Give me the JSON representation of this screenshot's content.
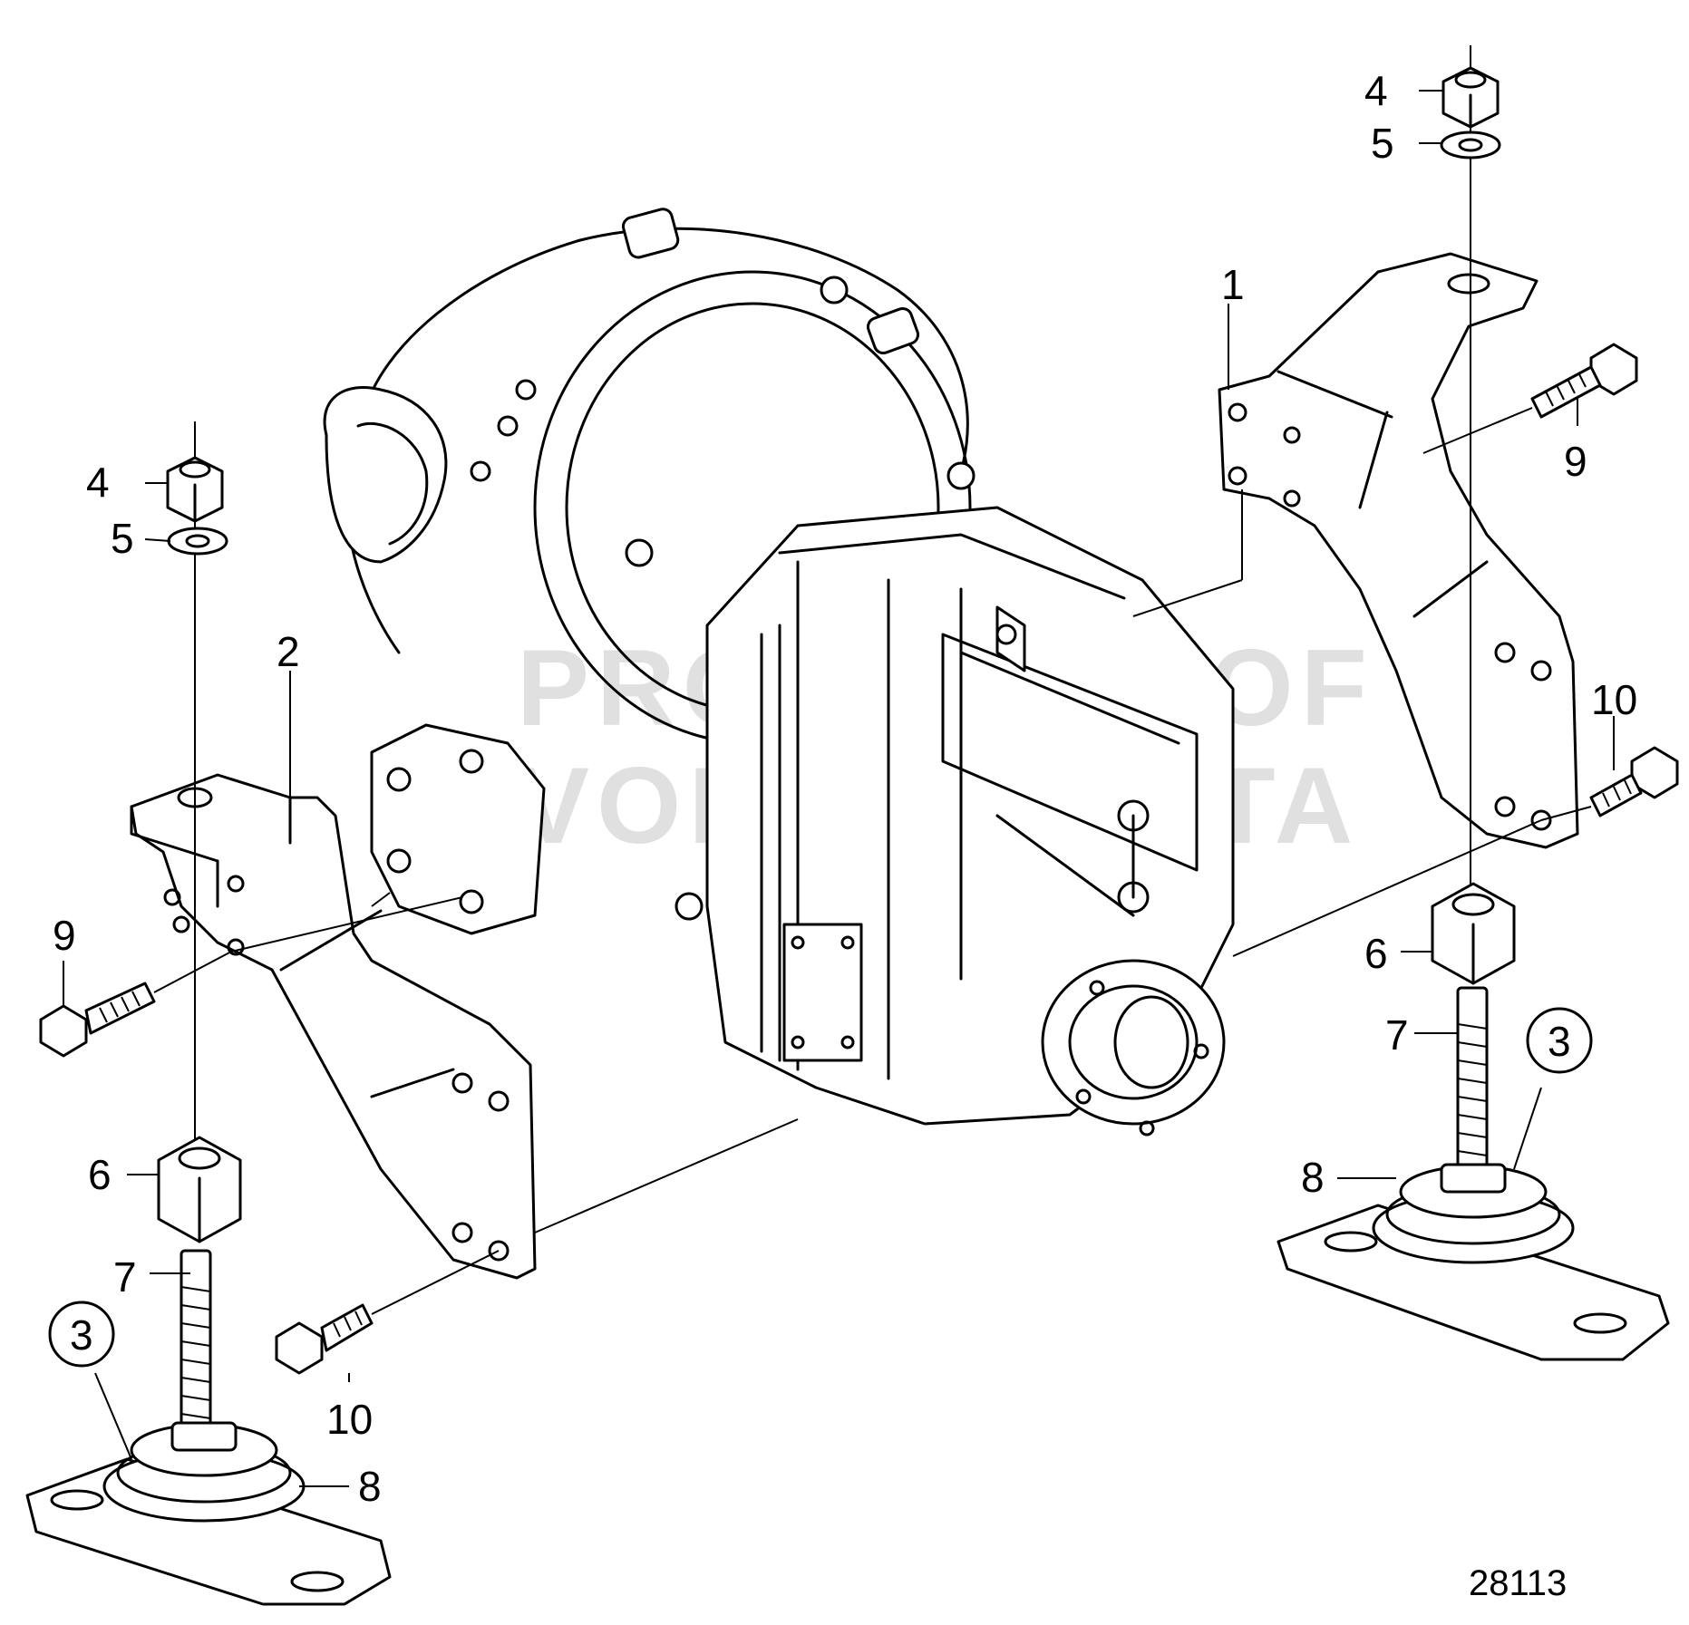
{
  "drawing_number": "28113",
  "watermark": {
    "line1": "PROPERTY OF",
    "line2": "VOLVO PENTA"
  },
  "callouts": {
    "c1": "1",
    "c2": "2",
    "c3_left": "3",
    "c3_right": "3",
    "c4_left": "4",
    "c4_right": "4",
    "c5_left": "5",
    "c5_right": "5",
    "c6_left": "6",
    "c6_right": "6",
    "c7_left": "7",
    "c7_right": "7",
    "c8_left": "8",
    "c8_right": "8",
    "c9_left": "9",
    "c9_right": "9",
    "c10_left": "10",
    "c10_right": "10"
  }
}
